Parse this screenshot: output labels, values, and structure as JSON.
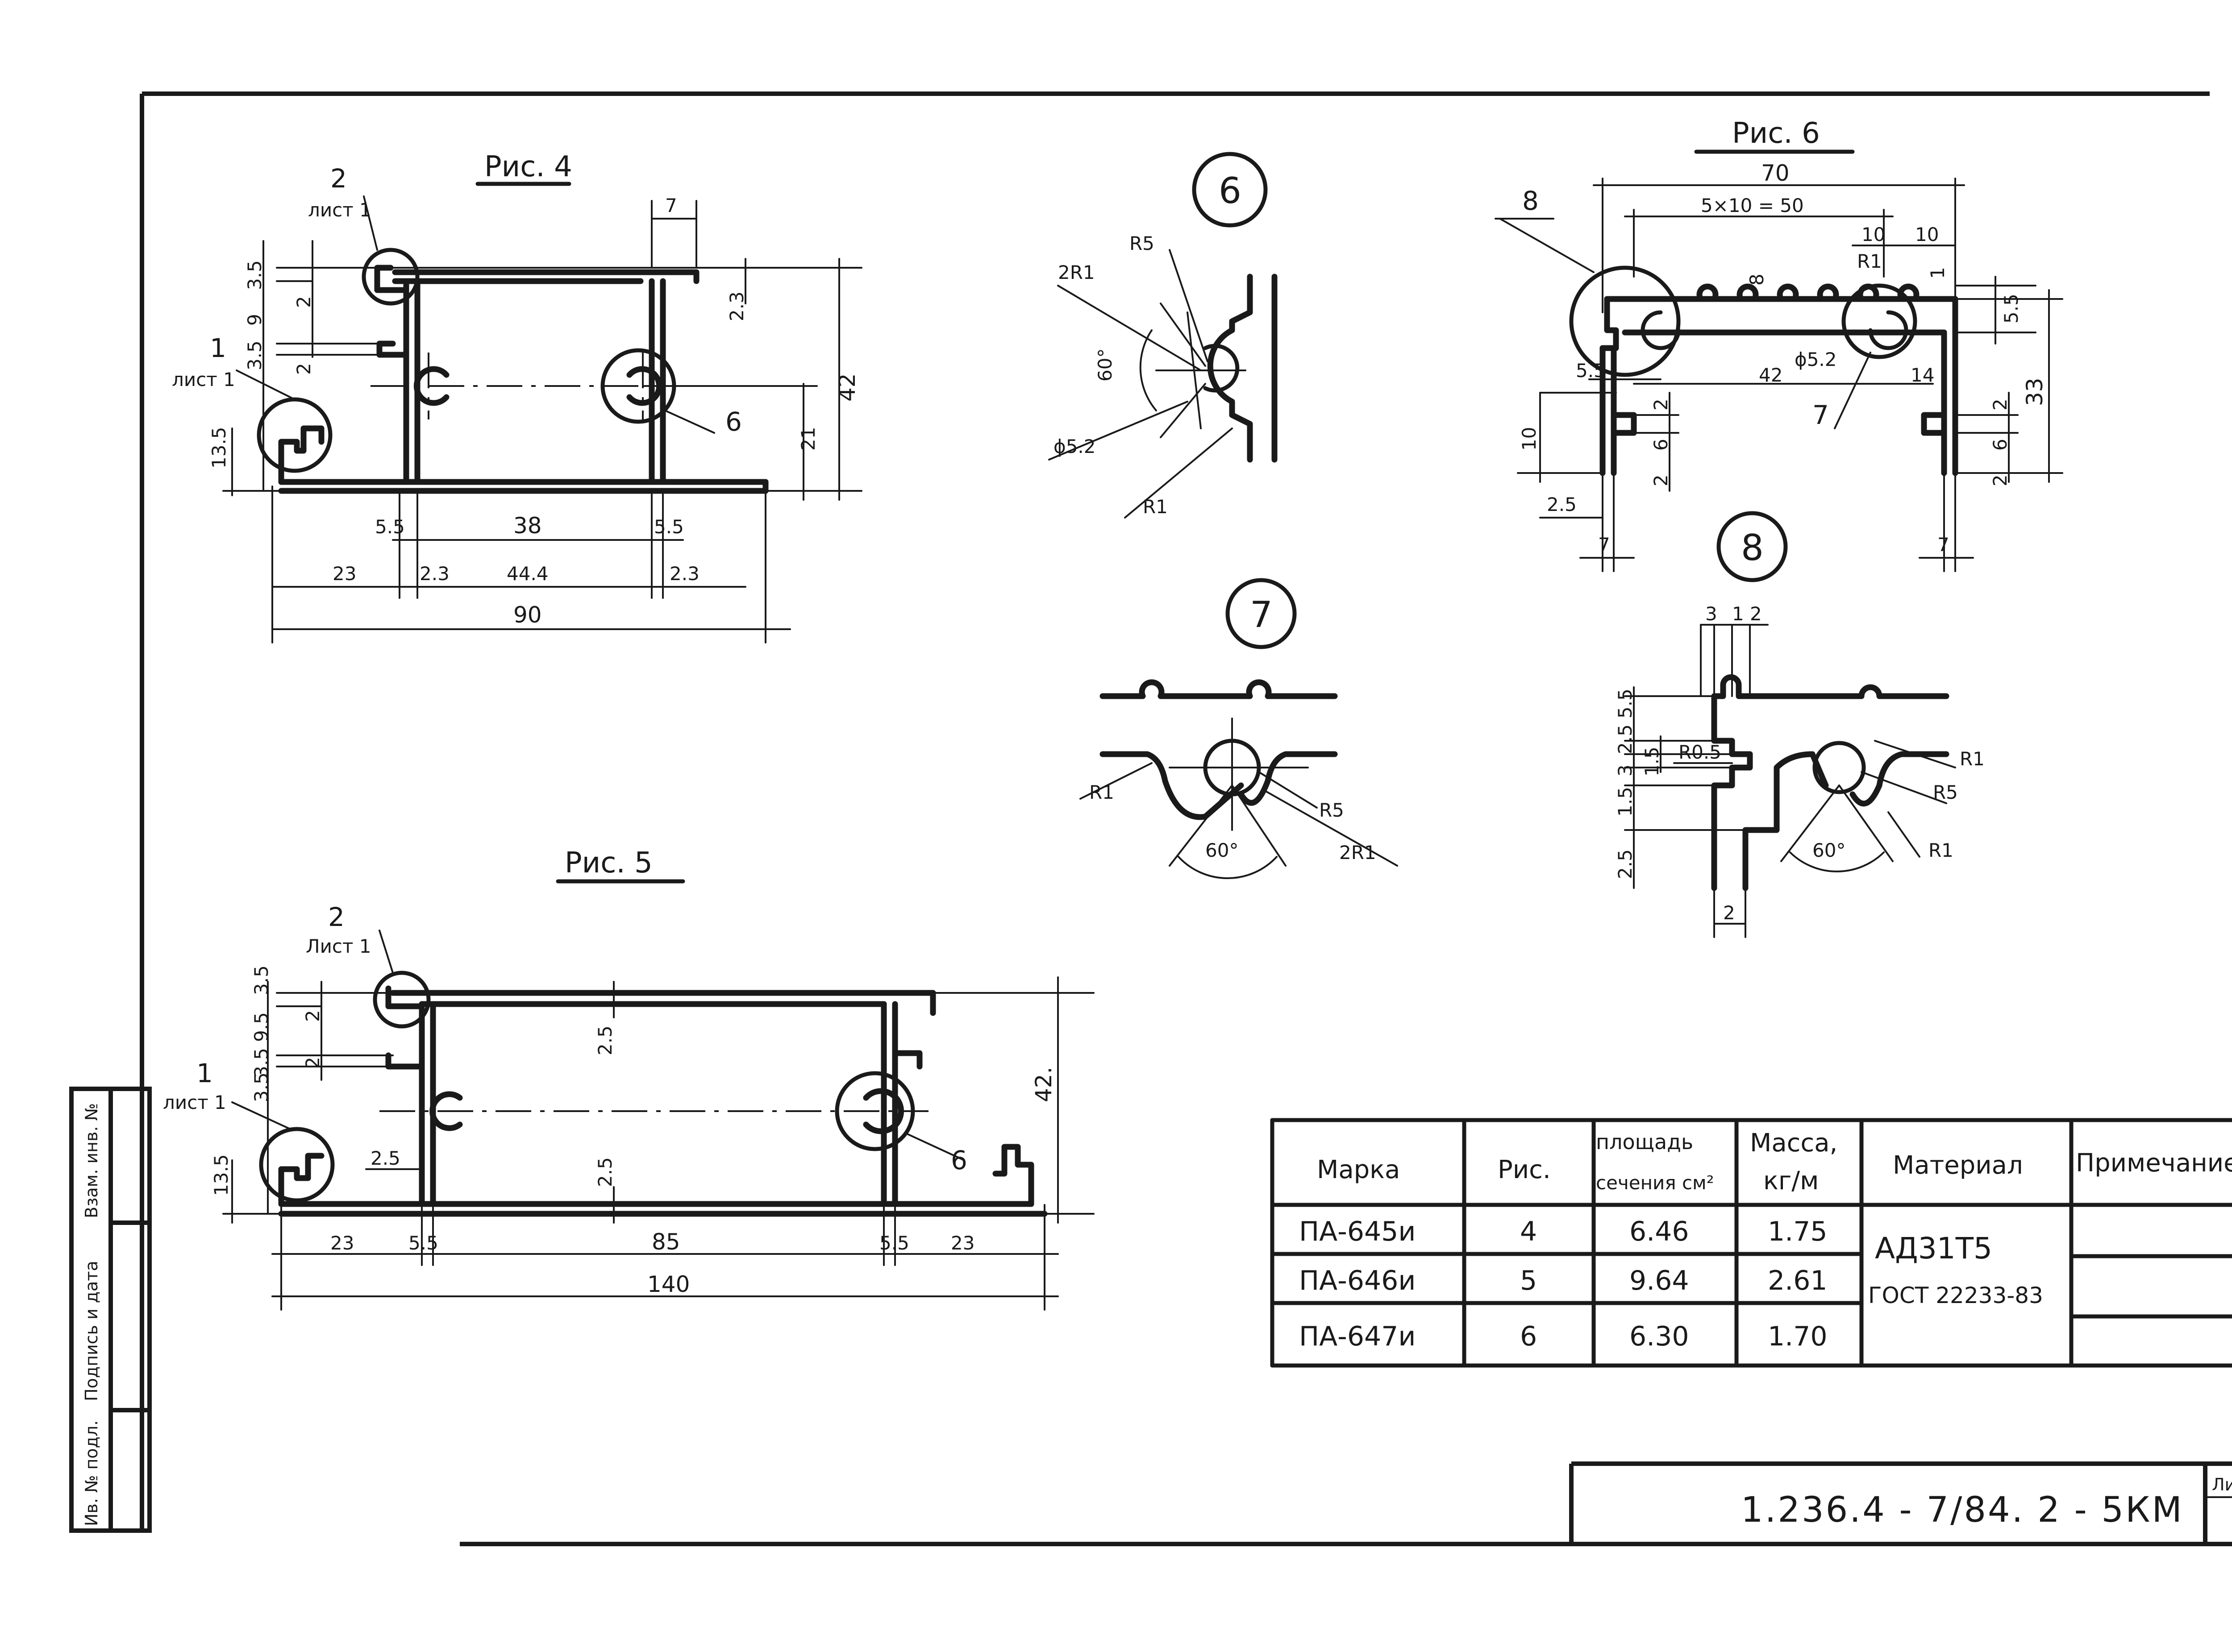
{
  "figures": {
    "fig4": {
      "title": "Рис. 4",
      "callout_2": "2",
      "callout_2_sheet": "лист 1",
      "callout_1": "1",
      "callout_1_sheet": "лист 1",
      "callout_6": "6",
      "dims": {
        "d7": "7",
        "d35a": "3.5",
        "d2a": "2",
        "d9": "9",
        "d35b": "3.5",
        "d2b": "2",
        "d135": "13.5",
        "d23v": "2.3",
        "d42": "42",
        "d21": "21",
        "d55a": "5.5",
        "d38": "38",
        "d55b": "5.5",
        "d23a": "23",
        "d23b": "2.3",
        "d444": "44.4",
        "d23c": "2.3",
        "d90": "90"
      }
    },
    "fig5": {
      "title": "Рис. 5",
      "callout_2": "2",
      "callout_2_sheet": "Лист 1",
      "callout_1": "1",
      "callout_1_sheet": "лист 1",
      "callout_6": "6",
      "dims": {
        "d35a": "3.5",
        "d95": "9.5",
        "d35b": "3.5",
        "d2a": "2",
        "d2b": "2",
        "d35c": "3.5",
        "d135": "13.5",
        "d25a": "2.5",
        "d25b": "2.5",
        "d25c": "2.5",
        "d42": "42.",
        "d23a": "23",
        "d55a": "5.5",
        "d85": "85",
        "d55b": "5.5",
        "d23b": "23",
        "d140": "140"
      }
    },
    "fig6": {
      "title": "Рис. 6",
      "callout_8": "8",
      "callout_7": "7",
      "dims": {
        "d70": "70",
        "d50": "5×10 = 50",
        "d10a": "10",
        "d10b": "10",
        "d8": "8",
        "dR1": "R1",
        "d1": "1",
        "d55a": "5.5",
        "dphi": "ϕ5.2",
        "d55b": "5.5",
        "d42": "42",
        "d14": "14",
        "d33": "33",
        "d10c": "10",
        "d2a": "2",
        "d6a": "6",
        "d2b": "2",
        "d2c": "2",
        "d6b": "6",
        "d2d": "2",
        "d25": "2.5",
        "d7a": "7",
        "d7b": "7"
      }
    },
    "detail6": {
      "number": "6",
      "r5": "R5",
      "r2": "2R1",
      "ang": "60°",
      "phi": "ϕ5.2",
      "r1": "R1"
    },
    "detail7": {
      "number": "7",
      "r1": "R1",
      "r5": "R5",
      "r2": "2R1",
      "ang": "60°"
    },
    "detail8": {
      "number": "8",
      "d3": "3",
      "d1": "1",
      "d2t": "2",
      "v55": "5.5",
      "v25a": "2.5",
      "v3": "3",
      "v15a": "1.5",
      "v15b": "1.5",
      "v25b": "2.5",
      "r05": "R0.5",
      "r1a": "R1",
      "r5": "R5",
      "r1b": "R1",
      "ang": "60°",
      "d2b": "2"
    }
  },
  "table": {
    "headers": {
      "mark": "Марка",
      "fig": "Рис.",
      "area1": "площадь",
      "area2": "сечения см²",
      "mass1": "Масса,",
      "mass2": "кг/м",
      "material": "Материал",
      "note": "Примечание"
    },
    "rows": [
      {
        "mark": "ПА-645и",
        "fig": "4",
        "area": "6.46",
        "mass": "1.75"
      },
      {
        "mark": "ПА-646и",
        "fig": "5",
        "area": "9.64",
        "mass": "2.61"
      },
      {
        "mark": "ПА-647и",
        "fig": "6",
        "area": "6.30",
        "mass": "1.70"
      }
    ],
    "material_line1": "АД31Т5",
    "material_line2": "ГОСТ 22233-83"
  },
  "stamp": {
    "inv_replaced": "Взам. инв. №",
    "sign_date": "Подпись и дата",
    "inv_orig": "Ив. № подл.",
    "doc_code": "1.236.4 - 7/84. 2 - 5КМ",
    "sheet": "Ли"
  }
}
